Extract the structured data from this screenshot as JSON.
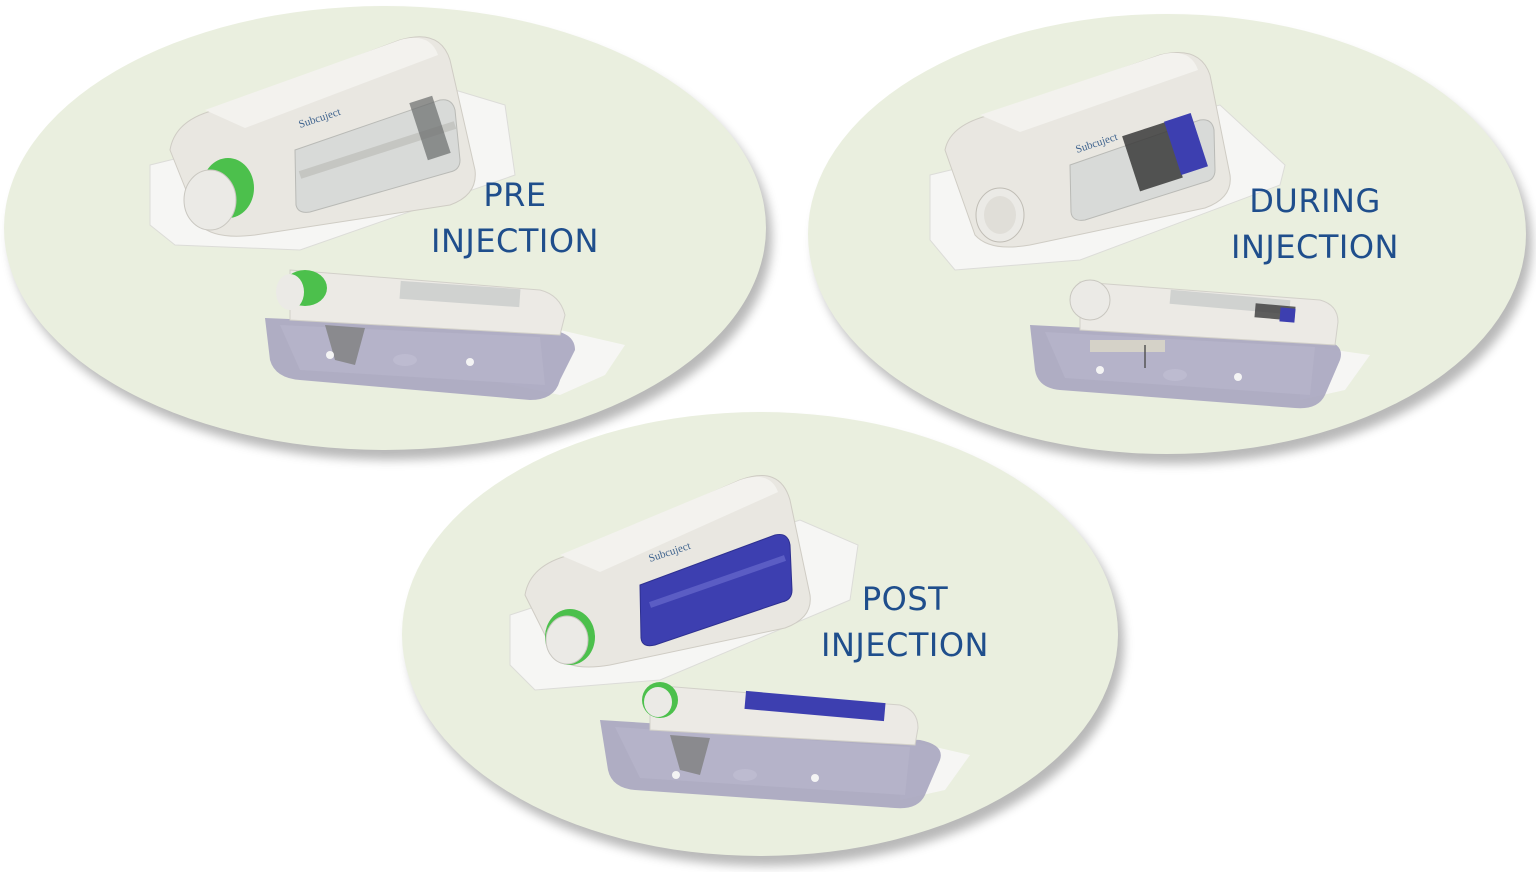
{
  "panels": [
    {
      "id": "pre",
      "label_line1": "PRE",
      "label_line2": "INJECTION",
      "brand": "Subcuject",
      "cap_color": "#4cc04c",
      "window_fill": "empty",
      "drug_color": "#c9cccc"
    },
    {
      "id": "during",
      "label_line1": "DURING",
      "label_line2": "INJECTION",
      "brand": "Subcuject",
      "cap_color": "#e8e6e0",
      "window_fill": "partial",
      "drug_color": "#3d3fb0"
    },
    {
      "id": "post",
      "label_line1": "POST",
      "label_line2": "INJECTION",
      "brand": "Subcuject",
      "cap_color": "#4cc04c",
      "window_fill": "full",
      "drug_color": "#3d3fb0"
    }
  ],
  "colors": {
    "background": "#ffffff",
    "ellipse": "#eaefdf",
    "label": "#1f4e8c",
    "device_body": "#e9e7e1",
    "patch": "#a9a7c0",
    "liner": "#f6f6f4"
  }
}
